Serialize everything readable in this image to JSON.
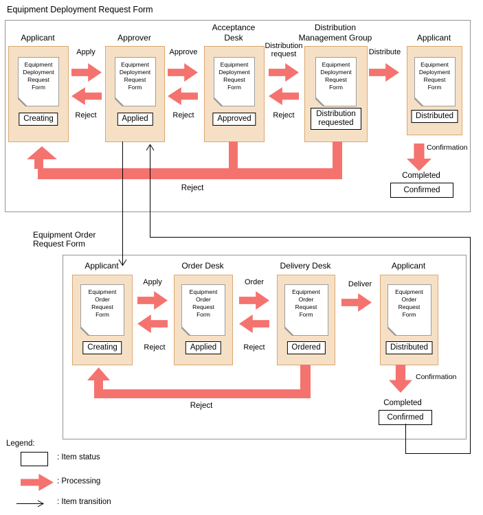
{
  "colors": {
    "processing_red": "#F4736F",
    "panel_fill": "#F6E0C5",
    "panel_border": "#DBA670",
    "doc_border": "#9C9C9C",
    "outer_border": "#949494",
    "text_color": "#000000"
  },
  "main_title": "Equipment Deployment Request Form",
  "d1": {
    "roles": [
      [
        "Applicant"
      ],
      [
        "Approver"
      ],
      [
        "Acceptance",
        "Desk"
      ],
      [
        "Distribution",
        "Management Group"
      ],
      [
        "Applicant"
      ]
    ],
    "doc": [
      "Equipment",
      "Deployment",
      "Request",
      "Form"
    ],
    "statuses": [
      "Creating",
      "Applied",
      "Approved",
      "Distribution requested",
      "Distributed"
    ],
    "flows": [
      {
        "forward": [
          "Apply"
        ],
        "back": "Reject"
      },
      {
        "forward": [
          "Approve"
        ],
        "back": "Reject"
      },
      {
        "forward": [
          "Distribution",
          "request"
        ],
        "back": "Reject"
      },
      {
        "forward": [
          "Distribute"
        ]
      }
    ],
    "return_label": "Reject",
    "confirmation": "Confirmation",
    "completed": "Completed",
    "confirmed": "Confirmed"
  },
  "d2": {
    "title": [
      "Equipment Order",
      "Request Form"
    ],
    "roles": [
      [
        "Applicant"
      ],
      [
        "Order Desk"
      ],
      [
        "Delivery Desk"
      ],
      [
        "Applicant"
      ]
    ],
    "doc": [
      "Equipment",
      "Order",
      "Request",
      "Form"
    ],
    "statuses": [
      "Creating",
      "Applied",
      "Ordered",
      "Distributed"
    ],
    "flows": [
      {
        "forward": [
          "Apply"
        ],
        "back": "Reject"
      },
      {
        "forward": [
          "Order"
        ],
        "back": "Reject"
      },
      {
        "forward": [
          "Deliver"
        ]
      }
    ],
    "return_label": "Reject",
    "confirmation": "Confirmation",
    "completed": "Completed",
    "confirmed": "Confirmed"
  },
  "legend": {
    "heading": "Legend:",
    "item_status": ": Item status",
    "processing": ": Processing",
    "item_transition": ": Item transition"
  }
}
